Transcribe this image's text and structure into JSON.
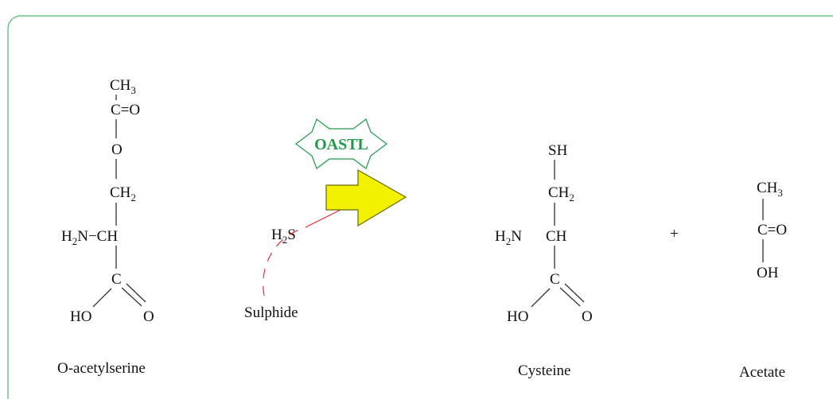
{
  "colors": {
    "border": "#6cc58b",
    "badge": "#1f9a4b",
    "arrow_fill": "#f2f200",
    "arrow_stroke": "#6b6b00",
    "curve": "#e0303a"
  },
  "enzyme": {
    "label": "OASTL"
  },
  "substrate_oas": {
    "ch3": "CH",
    "ch3_sub": "3",
    "carbonyl": "C=O",
    "oxygen": "O",
    "ch2": "CH",
    "ch2_sub": "2",
    "amine": "H",
    "amine_sub": "2",
    "amine_rest": "N−CH",
    "carboxyl_c": "C",
    "ho": "HO",
    "o": "O",
    "name": "O-acetylserine"
  },
  "substrate_h2s": {
    "h": "H",
    "sub": "2",
    "s": "S",
    "name": "Sulphide"
  },
  "product_cys": {
    "sh": "SH",
    "ch2": "CH",
    "ch2_sub": "2",
    "amine": "H",
    "amine_sub": "2",
    "amine_rest": "N",
    "ch": "CH",
    "carboxyl_c": "C",
    "ho": "HO",
    "o": "O",
    "name": "Cysteine"
  },
  "plus": "+",
  "product_acetate": {
    "ch3": "CH",
    "ch3_sub": "3",
    "carbonyl": "C=O",
    "oh": "OH",
    "name": "Acetate"
  }
}
